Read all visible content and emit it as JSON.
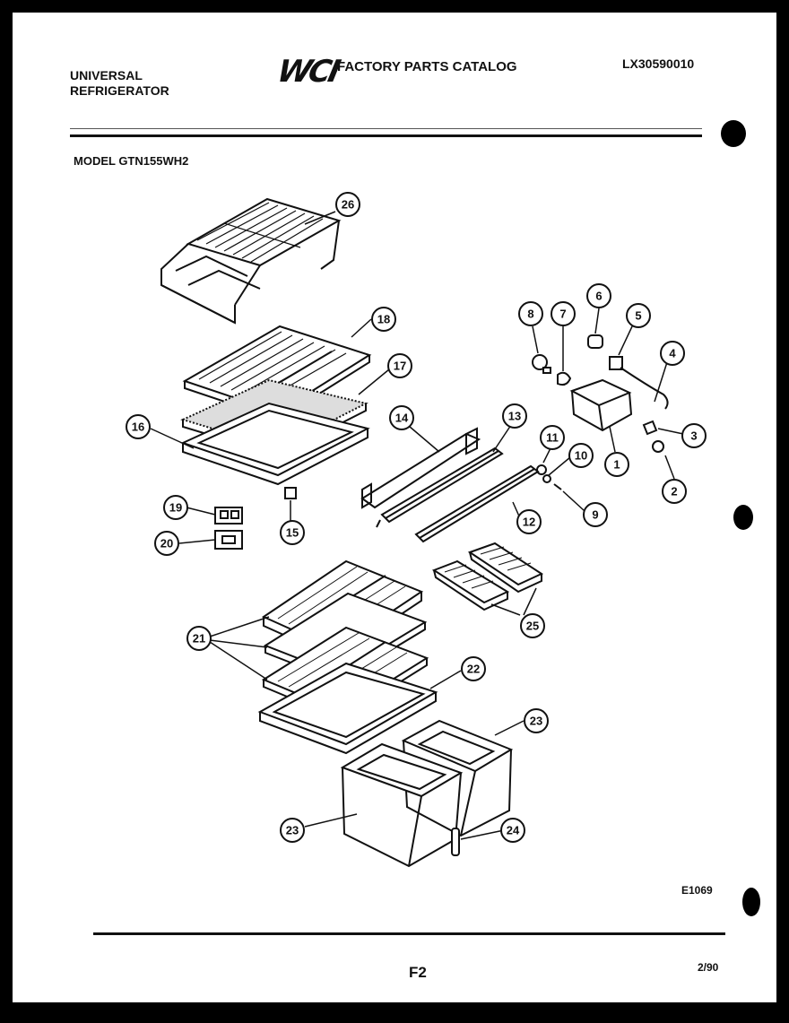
{
  "header": {
    "maker_line1": "UNIVERSAL",
    "maker_line2": "REFRIGERATOR",
    "brand_logo": "WCI",
    "catalog_title": "FACTORY PARTS CATALOG",
    "catalog_number": "LX30590010",
    "model": "MODEL GTN155WH2"
  },
  "footer": {
    "diagram_code": "E1069",
    "page_code": "F2",
    "date": "2/90"
  },
  "callouts": {
    "c1": "1",
    "c2": "2",
    "c3": "3",
    "c4": "4",
    "c5": "5",
    "c6": "6",
    "c7": "7",
    "c8": "8",
    "c9": "9",
    "c10": "10",
    "c11": "11",
    "c12": "12",
    "c13": "13",
    "c14": "14",
    "c15": "15",
    "c16": "16",
    "c17": "17",
    "c18": "18",
    "c19": "19",
    "c20": "20",
    "c21": "21",
    "c22": "22",
    "c23a": "23",
    "c23b": "23",
    "c24": "24",
    "c25": "25",
    "c26": "26"
  }
}
